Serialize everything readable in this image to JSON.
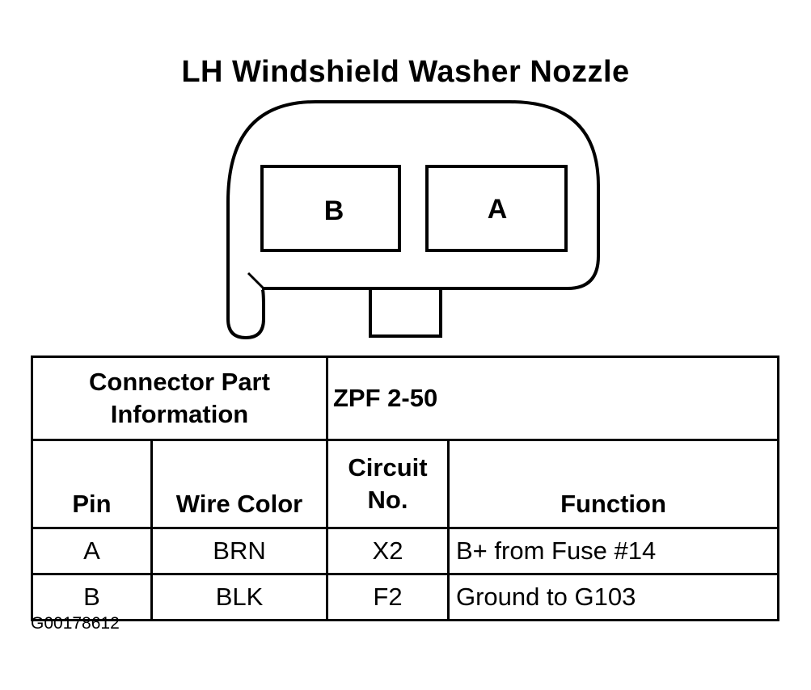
{
  "title": "LH Windshield Washer Nozzle",
  "connector": {
    "pins": [
      "B",
      "A"
    ]
  },
  "table": {
    "part_info_label": "Connector Part Information",
    "part_number": "ZPF 2-50",
    "headers": {
      "pin": "Pin",
      "wire_color": "Wire Color",
      "circuit_line1": "Circuit",
      "circuit_line2": "No.",
      "function": "Function"
    },
    "rows": [
      {
        "pin": "A",
        "wire_color": "BRN",
        "circuit": "X2",
        "function": "B+ from Fuse #14"
      },
      {
        "pin": "B",
        "wire_color": "BLK",
        "circuit": "F2",
        "function": "Ground to G103"
      }
    ]
  },
  "figure_id": "G00178612"
}
